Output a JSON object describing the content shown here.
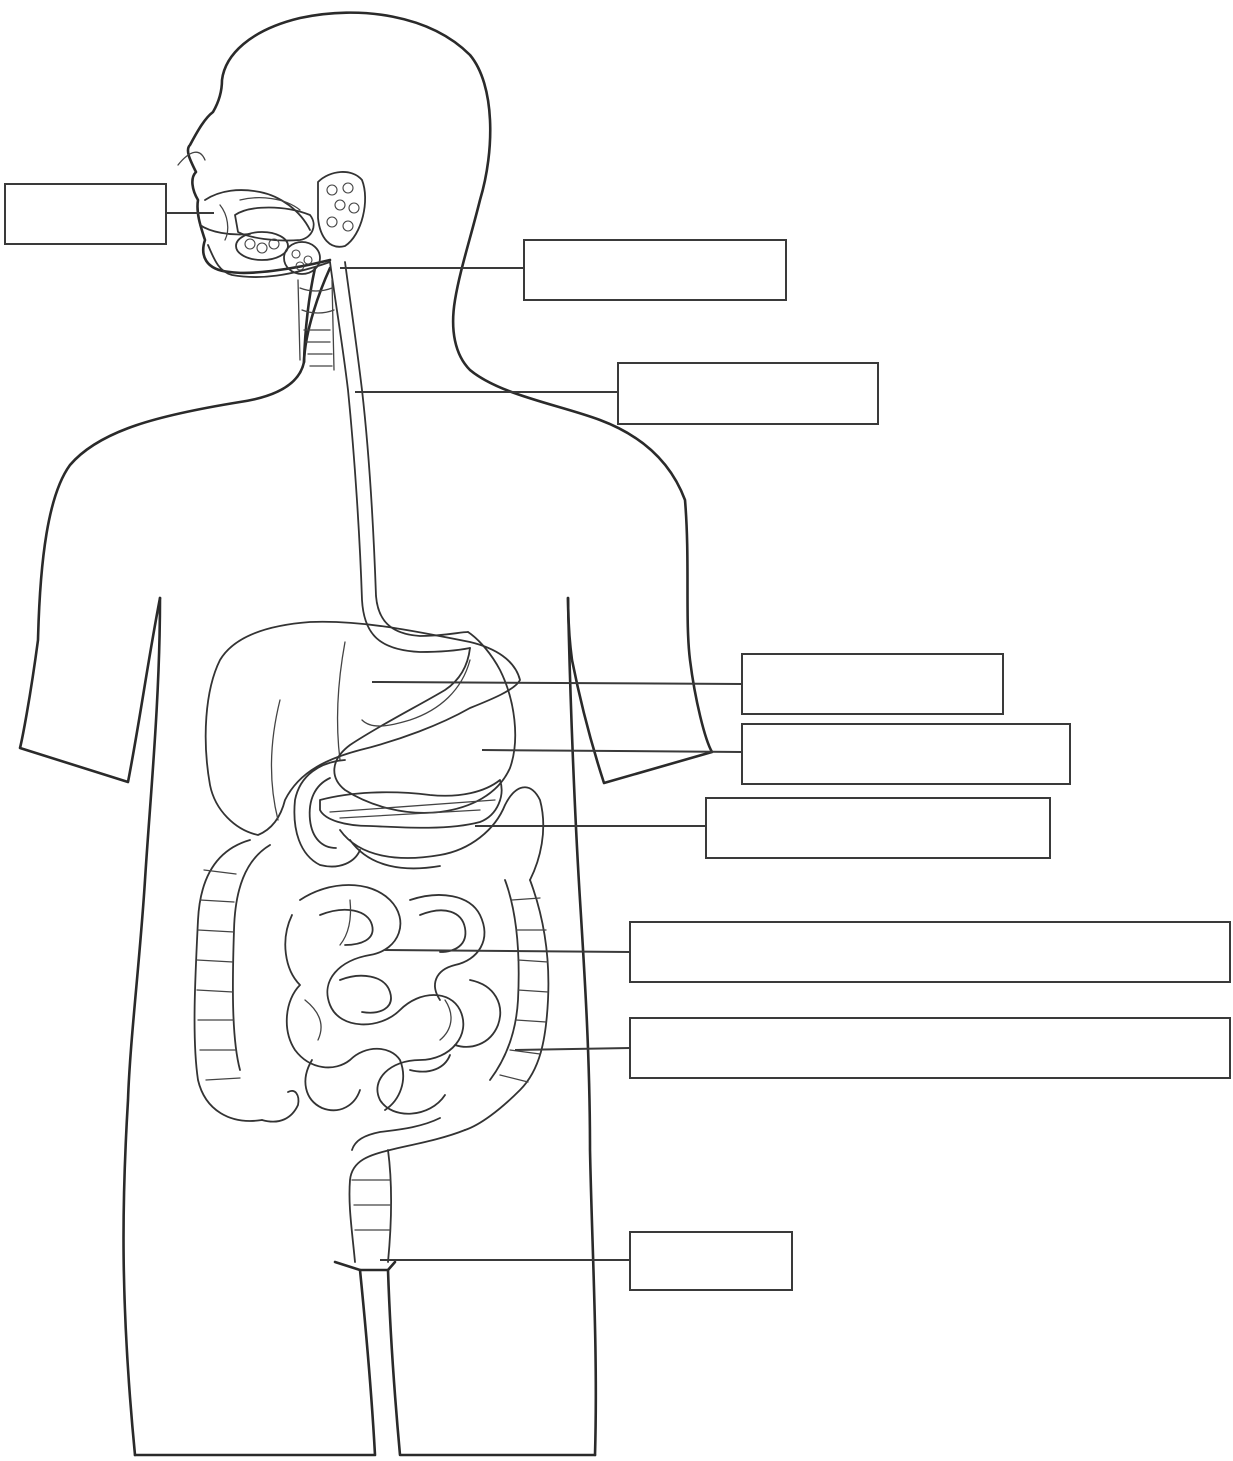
{
  "diagram": {
    "labels": [
      {
        "id": "mouth",
        "text": ""
      },
      {
        "id": "pharynx",
        "text": ""
      },
      {
        "id": "esophagus",
        "text": ""
      },
      {
        "id": "liver",
        "text": ""
      },
      {
        "id": "stomach",
        "text": ""
      },
      {
        "id": "pancreas",
        "text": ""
      },
      {
        "id": "small-intestine",
        "text": ""
      },
      {
        "id": "large-intestine",
        "text": ""
      },
      {
        "id": "anus",
        "text": ""
      }
    ],
    "colors": {
      "line": "#2a2a2a",
      "background": "#ffffff"
    }
  }
}
